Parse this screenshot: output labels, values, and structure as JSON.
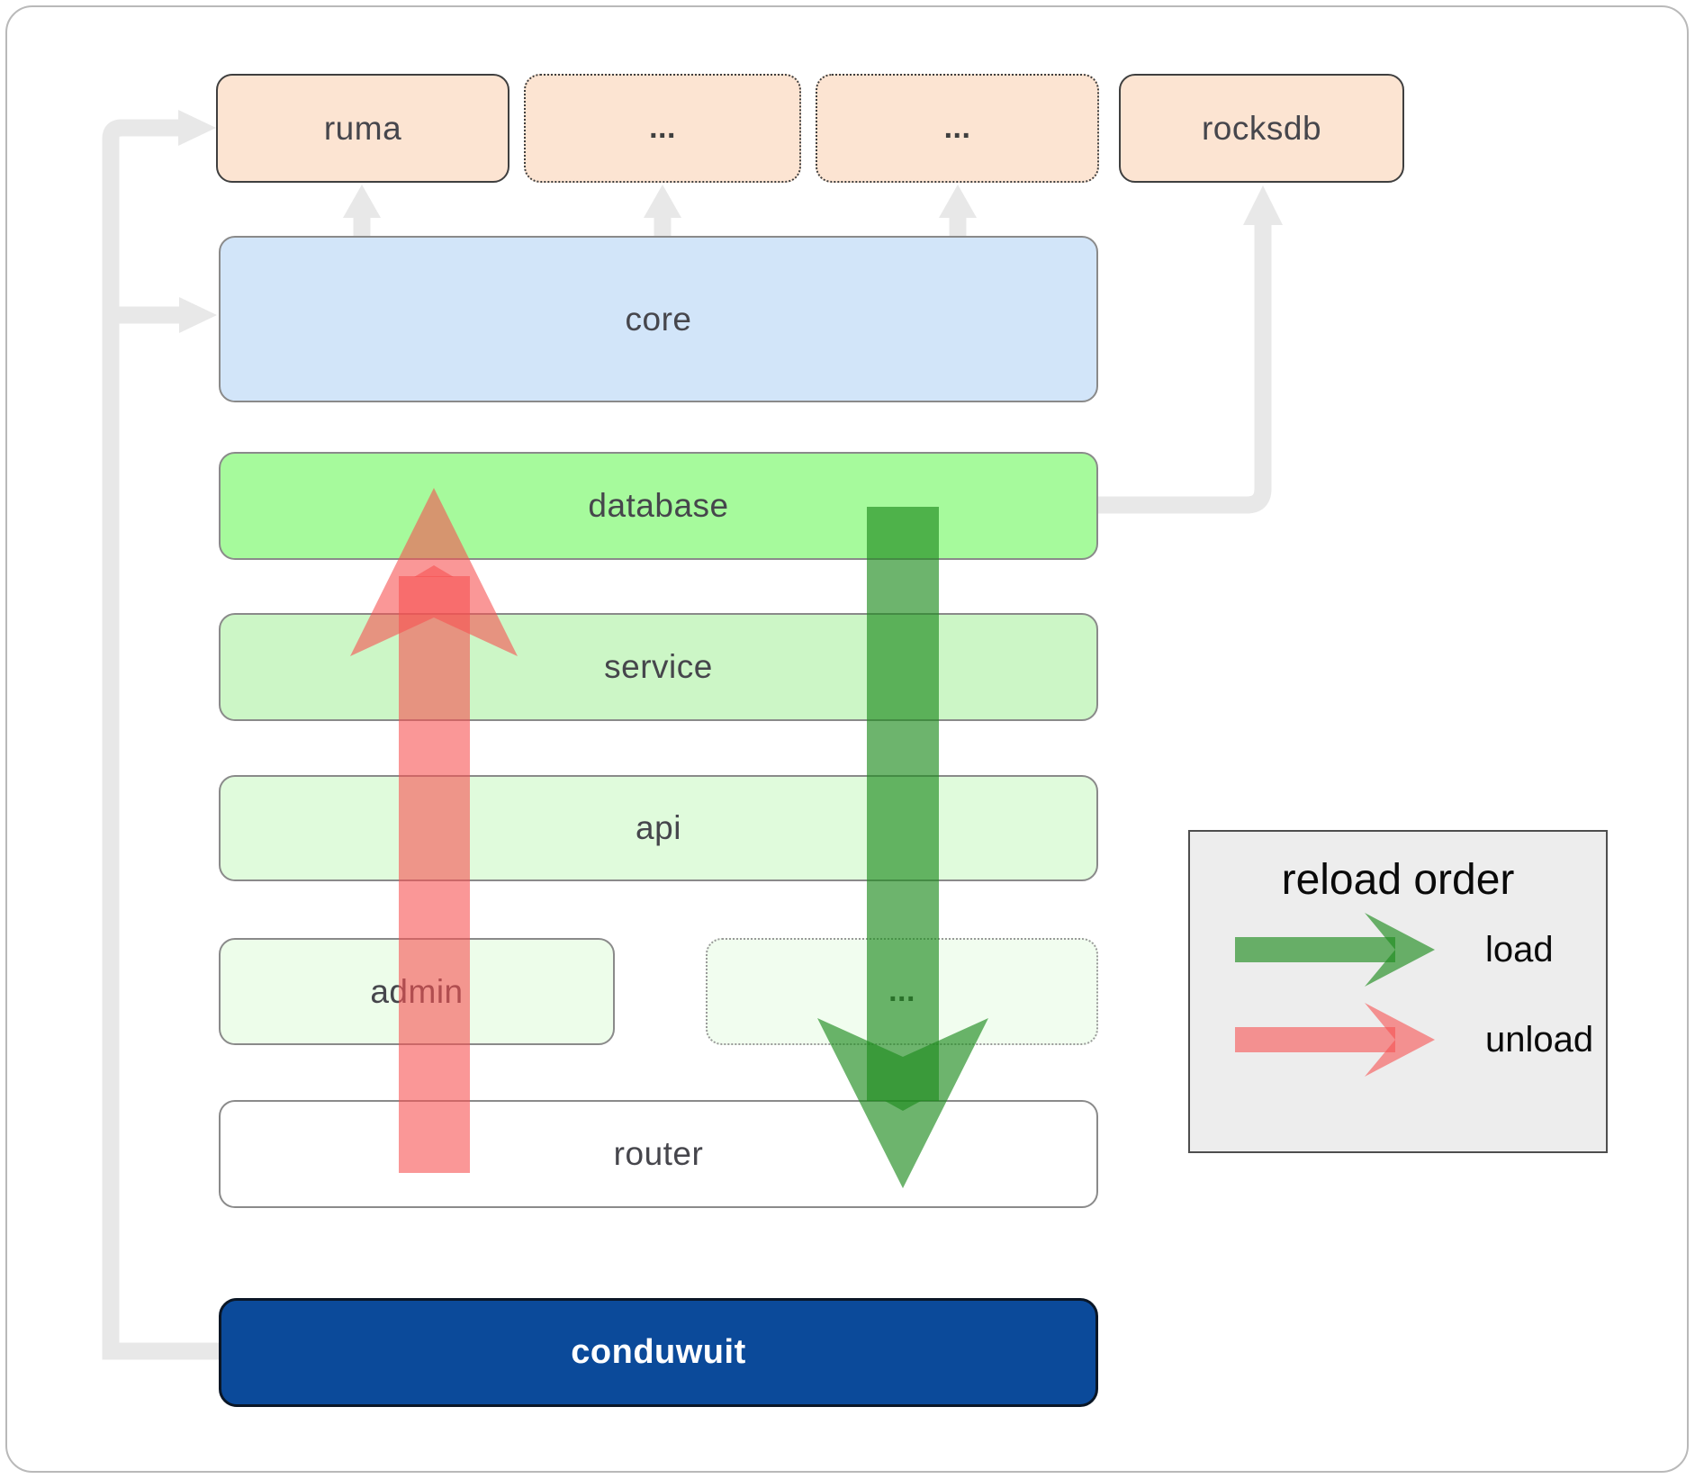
{
  "boxes": {
    "ruma": {
      "label": "ruma"
    },
    "ellipsis_top_1": {
      "label": "..."
    },
    "ellipsis_top_2": {
      "label": "..."
    },
    "rocksdb": {
      "label": "rocksdb"
    },
    "core": {
      "label": "core"
    },
    "database": {
      "label": "database"
    },
    "service": {
      "label": "service"
    },
    "api": {
      "label": "api"
    },
    "admin": {
      "label": "admin"
    },
    "ellipsis_middle": {
      "label": "..."
    },
    "router": {
      "label": "router"
    },
    "conduwuit": {
      "label": "conduwuit"
    }
  },
  "legend": {
    "title": "reload order",
    "items": [
      {
        "label": "load",
        "color": "#2f9a32"
      },
      {
        "label": "unload",
        "color": "#f65252"
      }
    ]
  },
  "colors": {
    "load_arrow": "rgba(30,140,30,0.65)",
    "unload_arrow": "rgba(246,82,82,0.60)",
    "connector_gray": "#e8e8e8",
    "box_peach": "#fce4d2",
    "box_blue": "#d2e5f9",
    "box_green_bright": "#a6fa9c",
    "box_green_light": "#ccf6c6",
    "box_green_lighter": "#e0fbdc",
    "box_green_faint": "#edfdea",
    "box_navy": "#0b4a9a",
    "legend_bg": "#ededed"
  }
}
